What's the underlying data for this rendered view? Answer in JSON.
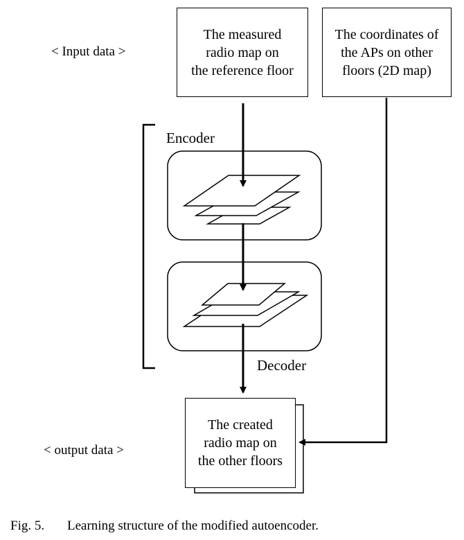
{
  "input_label": "< Input data >",
  "output_label": "< output data >",
  "reference_box": {
    "lines": [
      "The measured",
      "radio map on",
      "the reference floor"
    ]
  },
  "coordinates_box": {
    "lines": [
      "The coordinates of",
      "the APs on other",
      "floors (2D map)"
    ]
  },
  "output_box": {
    "lines": [
      "The created",
      "radio map on",
      "the other floors"
    ]
  },
  "encoder_label": "Encoder",
  "decoder_label": "Decoder",
  "caption": {
    "figure_number": "Fig. 5.",
    "text": "Learning structure of the modified autoencoder."
  }
}
